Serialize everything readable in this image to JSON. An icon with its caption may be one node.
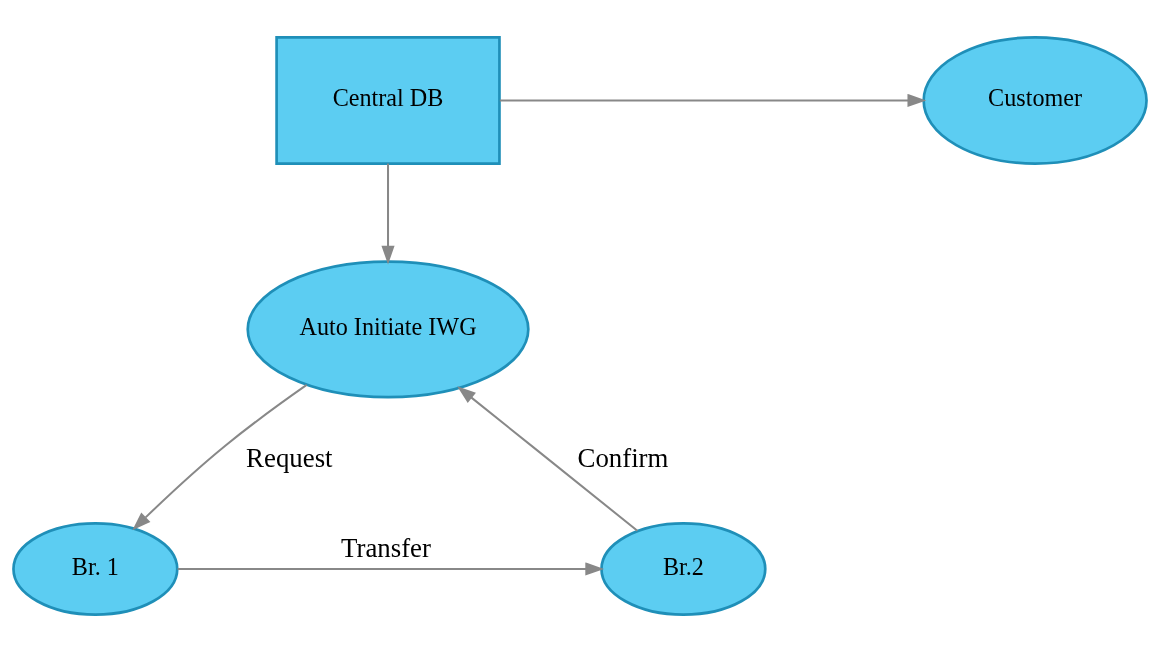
{
  "diagram": {
    "nodes": [
      {
        "text": [
          "Central DB"
        ]
      },
      {
        "text": [
          "Customer"
        ]
      },
      {
        "text": [
          "Auto Initiate IWG"
        ]
      },
      {
        "text": [
          "Br. 1"
        ]
      },
      {
        "text": [
          "Br.2"
        ]
      }
    ],
    "edges": [
      {
        "from": 0,
        "to": 1,
        "arrow": "to"
      },
      {
        "from": 0,
        "to": 2,
        "arrow": "to"
      },
      {
        "from": 2,
        "to": 3,
        "arrow": "to",
        "label": "Request"
      },
      {
        "from": 3,
        "to": 4,
        "arrow": "to",
        "label": "Transfer"
      },
      {
        "from": 4,
        "to": 2,
        "arrow": "to",
        "label": "Confirm"
      }
    ]
  }
}
